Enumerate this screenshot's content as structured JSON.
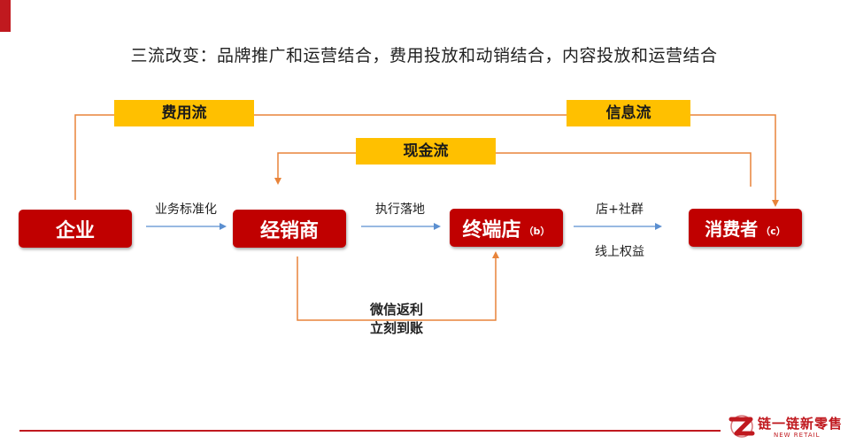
{
  "title": "三流改变：品牌推广和运营结合，费用投放和动销结合，内容投放和运营结合",
  "flows": {
    "fee": "费用流",
    "info": "信息流",
    "cash": "现金流"
  },
  "nodes": {
    "enterprise": "企业",
    "distributor": "经销商",
    "terminal": {
      "main": "终端店",
      "sub": "（b）"
    },
    "consumer": {
      "main": "消费者",
      "sub": "（c）"
    }
  },
  "edges": {
    "standardization": "业务标准化",
    "execution": "执行落地",
    "store_community": "店+社群",
    "online_rights": "线上权益"
  },
  "loop": {
    "line1": "微信返利",
    "line2": "立刻到账"
  },
  "logo": {
    "text": "链一链新零售",
    "sub": "NEW RETAIL"
  },
  "colors": {
    "node": "#c00000",
    "flow_label": "#ffc000",
    "connector_orange": "#e8843a",
    "arrow_blue": "#5b8fd0",
    "brand_red": "#c0191f"
  }
}
